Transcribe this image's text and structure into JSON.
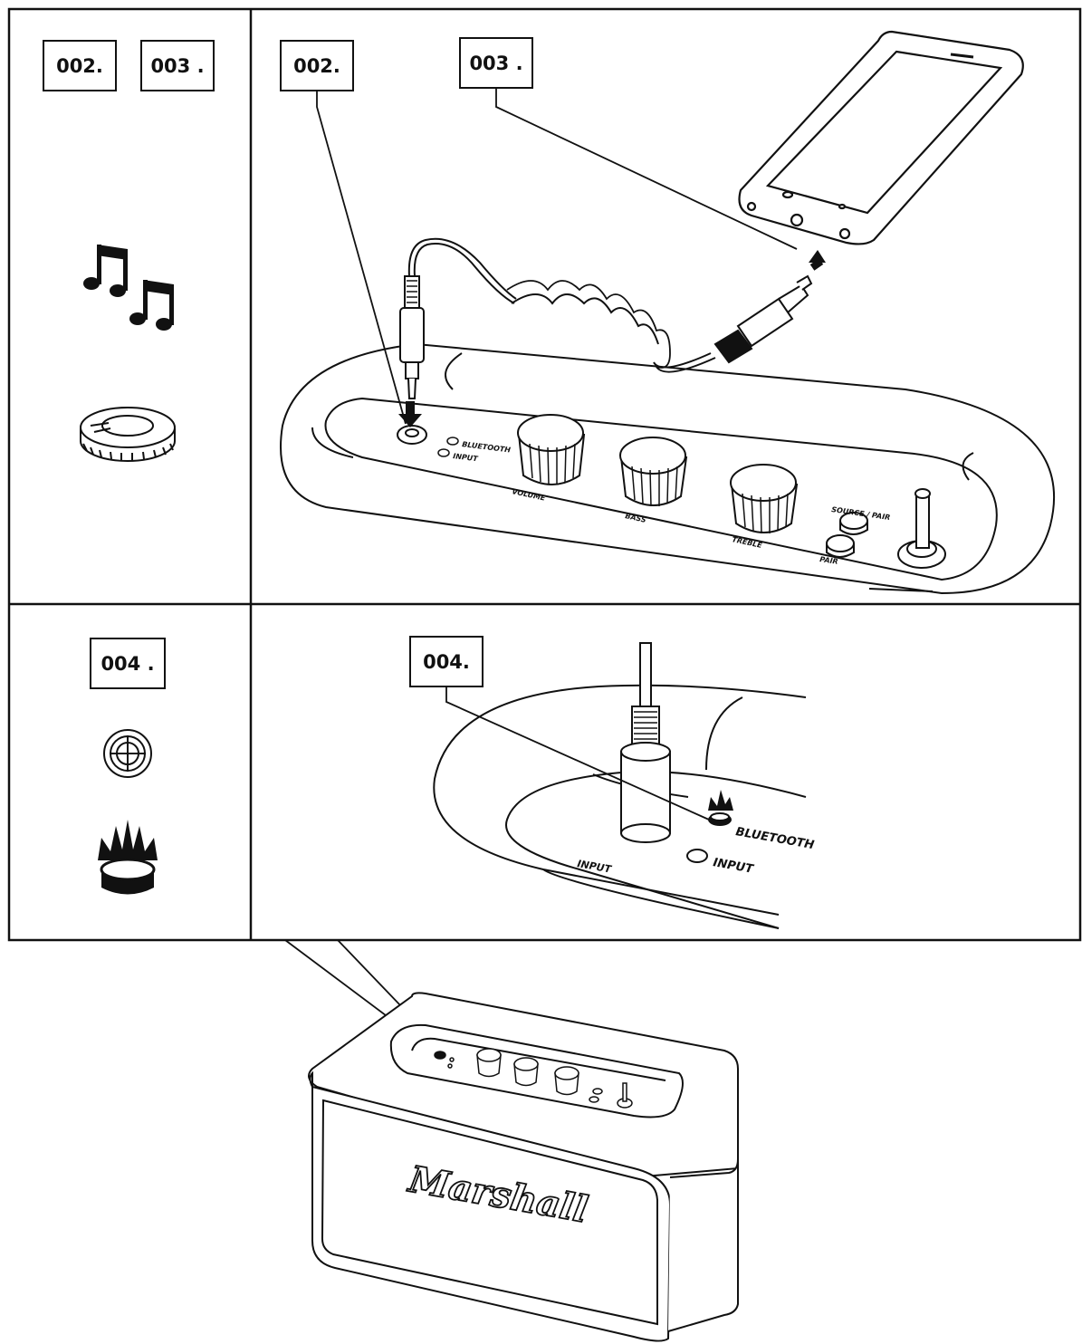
{
  "steps": {
    "left_002": "002.",
    "left_003": "003 .",
    "callout_002": "002.",
    "callout_003": "003 .",
    "left_004": "004 .",
    "callout_004": "004."
  },
  "icons": {
    "music": "music-notes-icon",
    "input_ring": "aux-input-ring-icon",
    "crosshair": "input-target-icon",
    "light": "lit-indicator-icon"
  },
  "panel": {
    "bluetooth": "BLUETOOTH",
    "input": "INPUT",
    "volume": "VOLUME",
    "bass": "BASS",
    "treble": "TREBLE",
    "source": "SOURCE / PAIR",
    "pair": "PAIR"
  },
  "closeup": {
    "bluetooth": "BLUETOOTH",
    "input": "INPUT",
    "input_edge": "INPUT"
  },
  "brand": "Marshall",
  "colors": {
    "line": "#111111",
    "background": "#ffffff"
  }
}
